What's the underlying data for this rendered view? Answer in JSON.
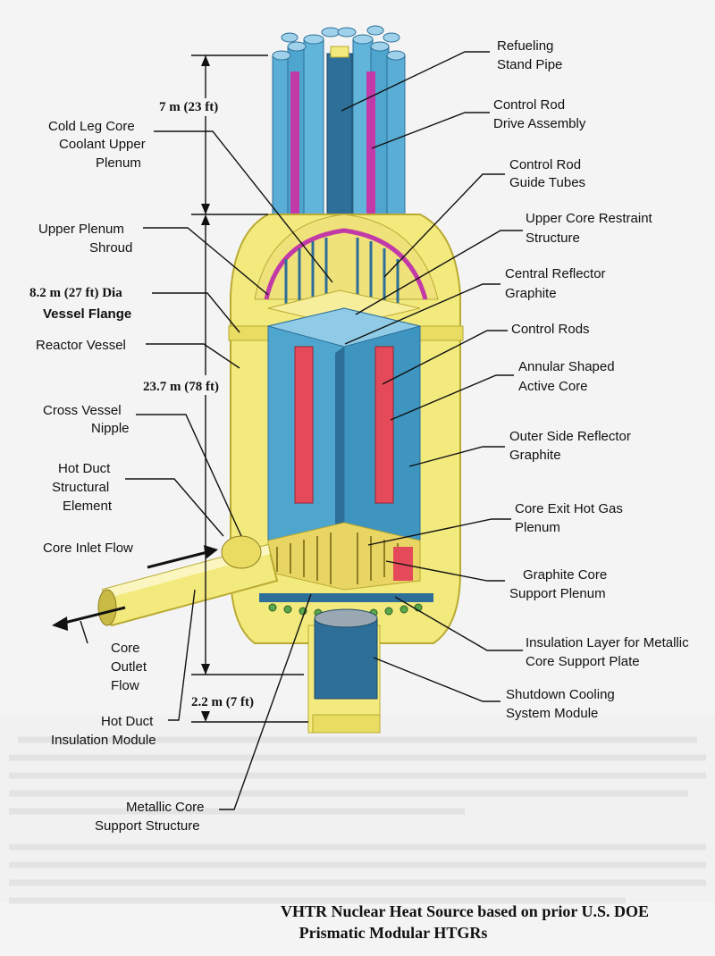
{
  "labels": {
    "refueling": [
      "Refueling",
      "Stand Pipe"
    ],
    "crda": [
      "Control Rod",
      "Drive Assembly"
    ],
    "guide_tubes": [
      "Control Rod",
      "Guide Tubes"
    ],
    "restraint": [
      "Upper Core Restraint",
      "Structure"
    ],
    "central_reflector": [
      "Central Reflector",
      "Graphite"
    ],
    "control_rods": [
      "Control Rods"
    ],
    "annular_core": [
      "Annular Shaped",
      "Active Core"
    ],
    "outer_reflector": [
      "Outer Side Reflector",
      "Graphite"
    ],
    "exit_plenum": [
      "Core Exit Hot Gas",
      "Plenum"
    ],
    "support_plenum": [
      "Graphite Core",
      "Support Plenum"
    ],
    "insulation_layer": [
      "Insulation Layer for Metallic",
      "Core Support Plate"
    ],
    "shutdown": [
      "Shutdown Cooling",
      "System Module"
    ],
    "cold_leg": [
      "Cold Leg Core",
      "Coolant Upper",
      "Plenum"
    ],
    "shroud": [
      "Upper Plenum",
      "Shroud"
    ],
    "flange": [
      "8.2 m (27 ft) Dia",
      "Vessel Flange"
    ],
    "reactor_vessel": [
      "Reactor Vessel"
    ],
    "nipple": [
      "Cross Vessel",
      "Nipple"
    ],
    "hot_duct": [
      "Hot Duct",
      "Structural",
      "Element"
    ],
    "inlet_flow": [
      "Core Inlet Flow"
    ],
    "outlet_flow": [
      "Core",
      "Outlet",
      "Flow"
    ],
    "duct_insulation": [
      "Hot Duct",
      "Insulation Module"
    ],
    "metallic_support": [
      "Metallic Core",
      "Support Structure"
    ]
  },
  "dimensions": {
    "top": "7 m (23 ft)",
    "vessel": "23.7 m (78 ft)",
    "bottom": "2.2 m (7 ft)"
  },
  "caption": [
    "VHTR Nuclear Heat Source based on prior U.S. DOE",
    "Prismatic Modular HTGRs"
  ],
  "colors": {
    "vessel": "#f3ea7e",
    "vessel_dark": "#b9aa32",
    "graphite": "#4ea6cf",
    "graphite_dark": "#2d6f99",
    "control_rod": "#e44a5a",
    "magenta": "#c23aa8",
    "lead_line": "#111111"
  }
}
